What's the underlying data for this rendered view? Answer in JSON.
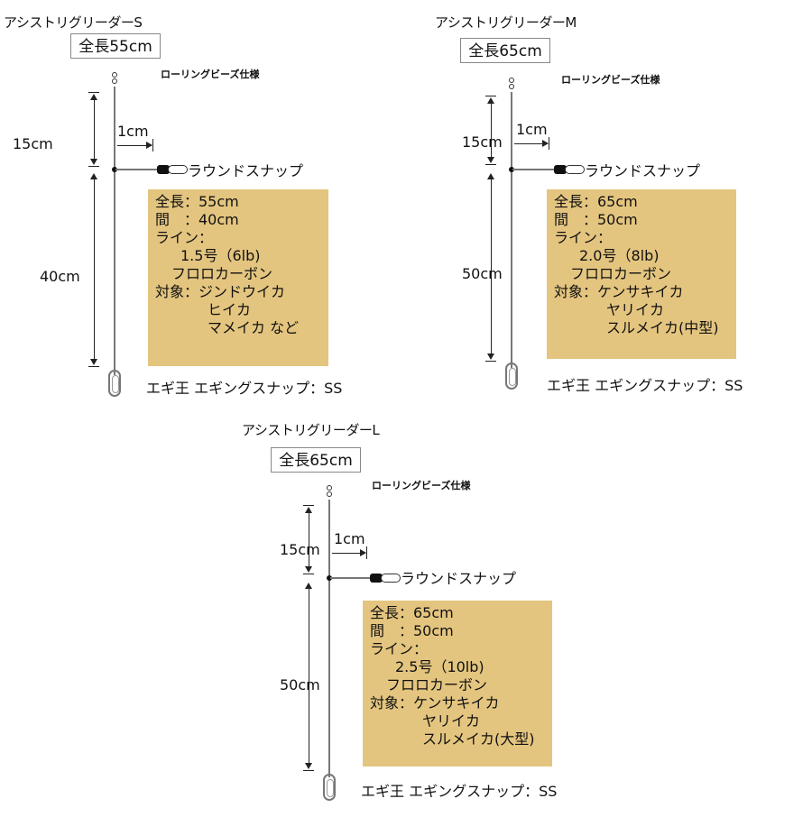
{
  "panels": {
    "S": {
      "title": "アシストリグリーダーS",
      "length_box": "全長55cm",
      "beads": "ローリングビーズ仕様",
      "dim_upper": "15cm",
      "dim_branch": "1cm",
      "dim_lower": "40cm",
      "snap_label": "ラウンドスナップ",
      "spec": {
        "total": "全長：55cm",
        "gap": "間　：40cm",
        "line_label": "ライン：",
        "line_size": "1.5号（6lb)",
        "line_type": "フロロカーボン",
        "target_1": "対象：ジンドウイカ",
        "target_2": "ヒイカ",
        "target_3": "マメイカ など"
      },
      "bottom": "エギ王 エギングスナップ：SS"
    },
    "M": {
      "title": "アシストリグリーダーM",
      "length_box": "全長65cm",
      "beads": "ローリングビーズ仕様",
      "dim_upper": "15cm",
      "dim_branch": "1cm",
      "dim_lower": "50cm",
      "snap_label": "ラウンドスナップ",
      "spec": {
        "total": "全長：65cm",
        "gap": "間　：50cm",
        "line_label": "ライン：",
        "line_size": "2.0号（8lb)",
        "line_type": "フロロカーボン",
        "target_1": "対象：ケンサキイカ",
        "target_2": "ヤリイカ",
        "target_3": "スルメイカ(中型)"
      },
      "bottom": "エギ王 エギングスナップ：SS"
    },
    "L": {
      "title": "アシストリグリーダーL",
      "length_box": "全長65cm",
      "beads": "ローリングビーズ仕様",
      "dim_upper": "15cm",
      "dim_branch": "1cm",
      "dim_lower": "50cm",
      "snap_label": "ラウンドスナップ",
      "spec": {
        "total": "全長：65cm",
        "gap": "間　：50cm",
        "line_label": "ライン：",
        "line_size": "2.5号（10lb)",
        "line_type": "フロロカーボン",
        "target_1": "対象：ケンサキイカ",
        "target_2": "ヤリイカ",
        "target_3": "スルメイカ(大型)"
      },
      "bottom": "エギ王 エギングスナップ：SS"
    }
  },
  "colors": {
    "spec_box": "#e4c57f",
    "leader_line": "#777777"
  },
  "icons": [
    "swivel-icon",
    "round-snap-icon",
    "egi-snap-icon"
  ]
}
